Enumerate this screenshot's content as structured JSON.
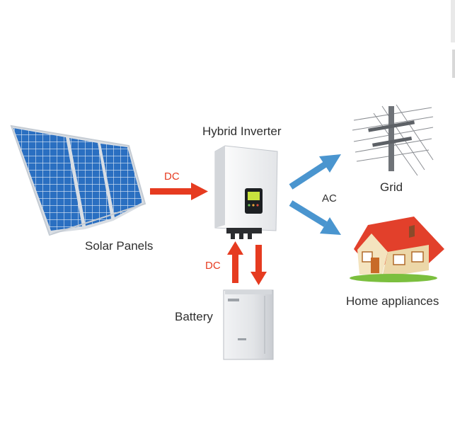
{
  "labels": {
    "solar_panels": "Solar Panels",
    "hybrid_inverter": "Hybrid Inverter",
    "grid": "Grid",
    "home_appliances": "Home appliances",
    "battery": "Battery",
    "dc_panel_to_inverter": "DC",
    "dc_battery": "DC",
    "ac": "AC"
  },
  "icons": {
    "solar_panel": "solar-panel-icon",
    "inverter": "inverter-icon",
    "grid_tower": "power-line-icon",
    "house": "house-icon",
    "battery": "battery-icon"
  },
  "colors": {
    "dc_arrow": "#e63b20",
    "ac_arrow": "#4a95cf",
    "panel_cell": "#2a6fc1",
    "roof": "#e2402b",
    "house_wall": "#f4e4bf"
  }
}
